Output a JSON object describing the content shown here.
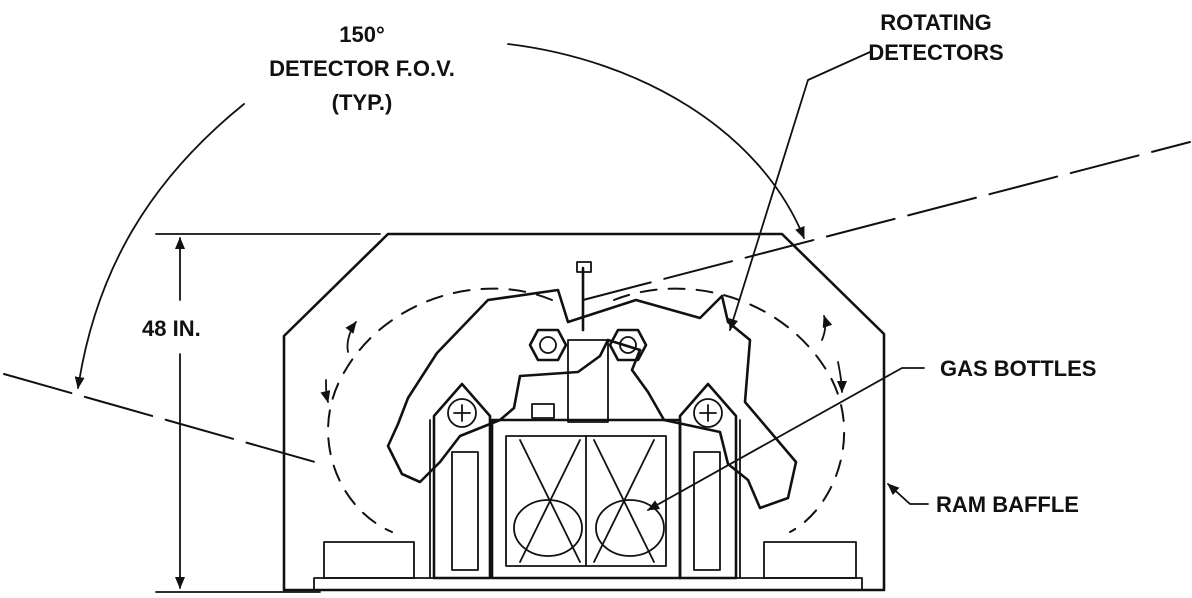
{
  "labels": {
    "fov_angle": "150°",
    "fov_name": "DETECTOR F.O.V.",
    "fov_typ": "(TYP.)",
    "rotating_line1": "ROTATING",
    "rotating_line2": "DETECTORS",
    "height": "48 IN.",
    "gas_bottles": "GAS BOTTLES",
    "ram_baffle": "RAM BAFFLE"
  },
  "colors": {
    "ink": "#111111",
    "background": "#ffffff"
  }
}
